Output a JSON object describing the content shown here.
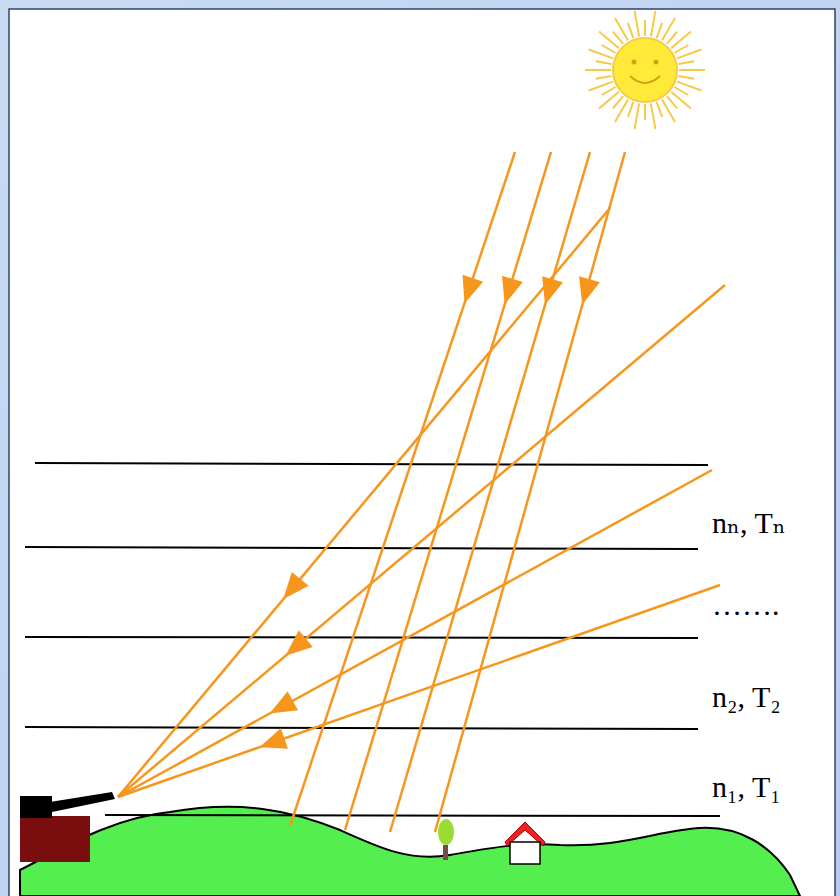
{
  "diagram": {
    "labels": [
      "nₙ, Tₙ",
      "…….",
      "n₂, T₂",
      "n₁, T₁"
    ]
  }
}
